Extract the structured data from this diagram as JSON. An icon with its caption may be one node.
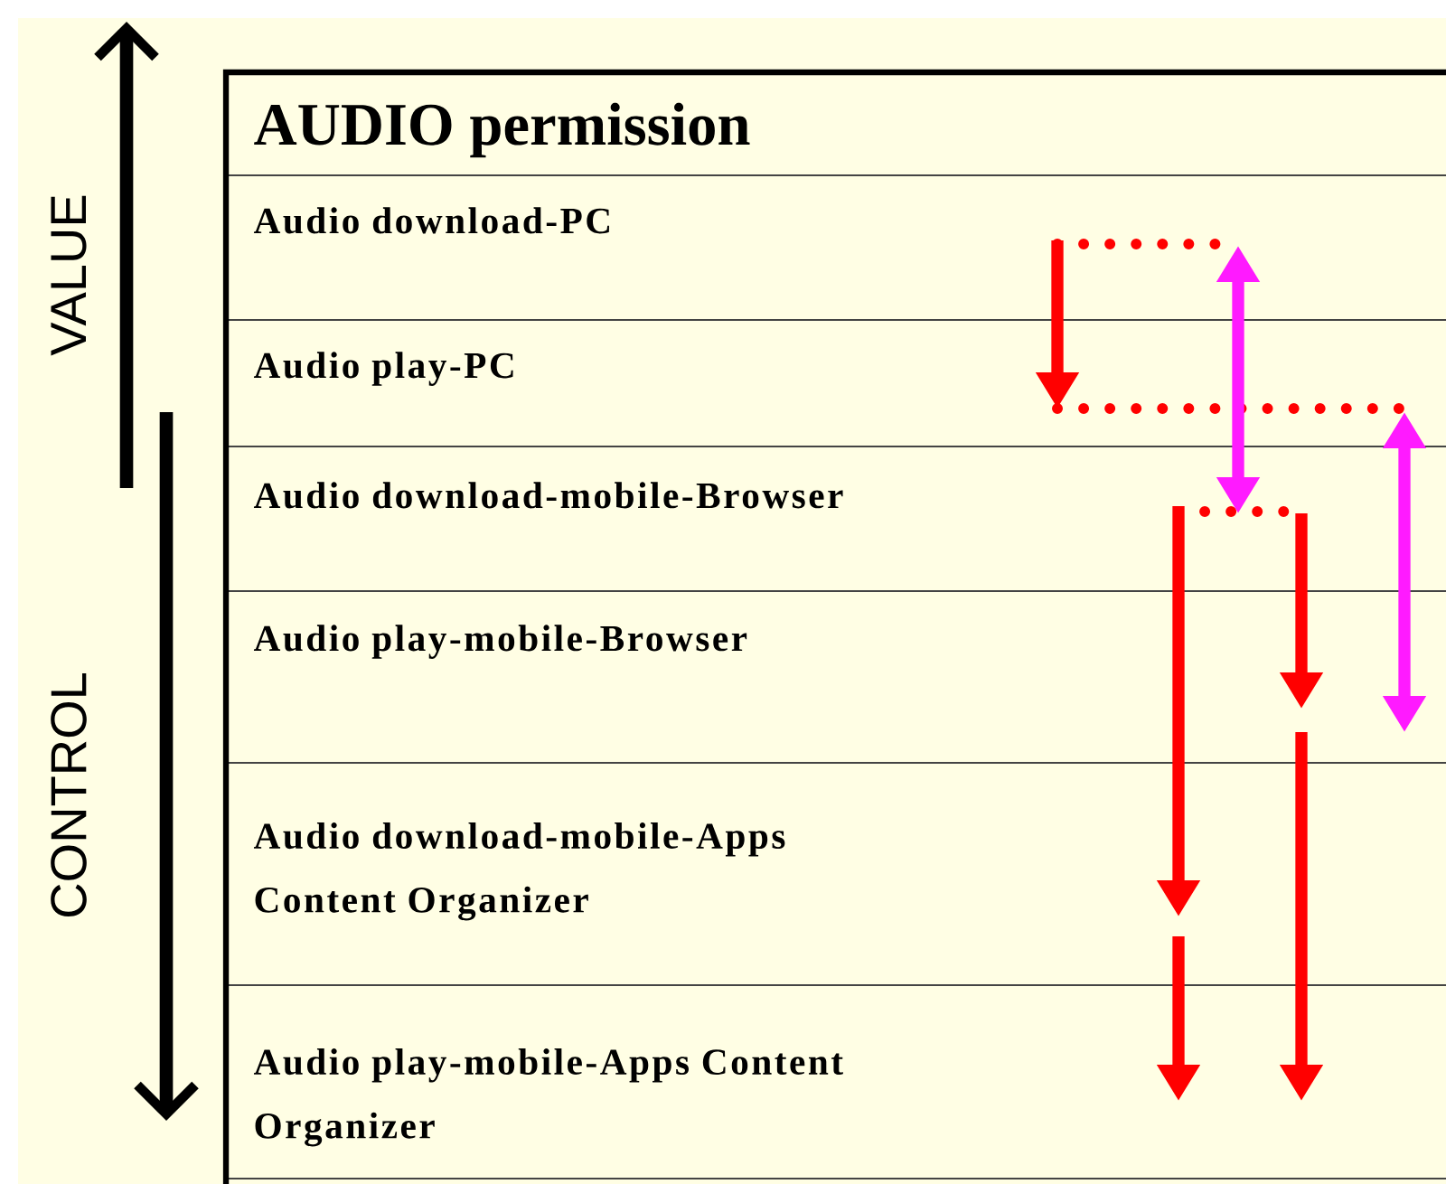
{
  "diagram": {
    "nodes": [
      {
        "text": [
          "AUDIO  permission"
        ]
      },
      {
        "text": [
          "Audio download-PC"
        ]
      },
      {
        "text": [
          "Audio play-PC"
        ]
      },
      {
        "text": [
          "Audio download-mobile-Browser"
        ]
      },
      {
        "text": [
          "Audio play-mobile-Browser"
        ]
      },
      {
        "text": [
          "Audio download-mobile-Apps Content Organizer"
        ]
      },
      {
        "text": [
          "Audio play-mobile-Apps Content Organizer"
        ]
      }
    ],
    "labels": [
      "VALUE",
      "CONTROL"
    ]
  }
}
